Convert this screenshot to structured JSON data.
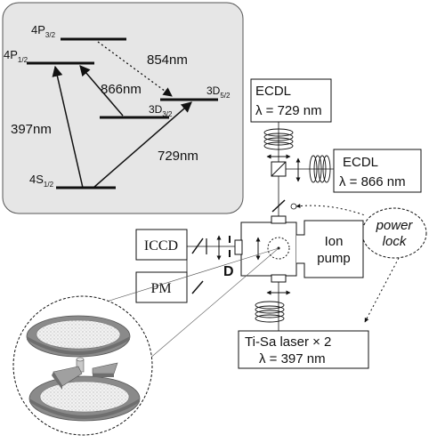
{
  "energy_levels": {
    "P32": {
      "main": "4P",
      "sub": "3/2"
    },
    "P12": {
      "main": "4P",
      "sub": "1/2"
    },
    "D32": {
      "main": "3D",
      "sub": "3/2"
    },
    "D52": {
      "main": "3D",
      "sub": "5/2"
    },
    "S12": {
      "main": "4S",
      "sub": "1/2"
    }
  },
  "transitions": {
    "t854": "854nm",
    "t866": "866nm",
    "t397": "397nm",
    "t729": "729nm"
  },
  "boxes": {
    "ecdl729": {
      "line1": "ECDL",
      "line2": "λ = 729 nm"
    },
    "ecdl866": {
      "line1": "ECDL",
      "line2": "λ = 866 nm"
    },
    "powerlock": {
      "line1": "power",
      "line2": "lock"
    },
    "iccd": "ICCD",
    "pm": "PM",
    "ionpump": {
      "line1": "Ion",
      "line2": "pump"
    },
    "tisa": {
      "line1": "Ti-Sa laser × 2",
      "line2": "λ = 397 nm"
    },
    "D": "D"
  },
  "colors": {
    "panel": "#e6e6e6",
    "ink": "#111111",
    "electrode": "#8a8a8a"
  }
}
